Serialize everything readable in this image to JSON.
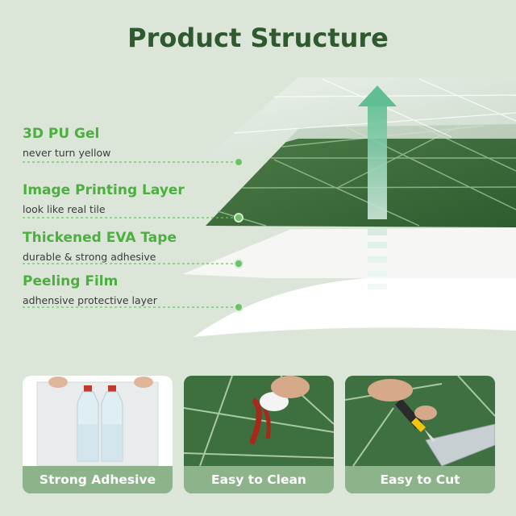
{
  "title": "Product Structure",
  "layers": [
    {
      "name": "3D PU Gel",
      "description": "never turn yellow"
    },
    {
      "name": "Image Printing Layer",
      "description": "look like real tile"
    },
    {
      "name": "Thickened EVA Tape",
      "description": "durable & strong adhesive"
    },
    {
      "name": "Peeling Film",
      "description": "adhensive protective layer"
    }
  ],
  "features": [
    {
      "caption": "Strong Adhesive"
    },
    {
      "caption": "Easy to Clean"
    },
    {
      "caption": "Easy to Cut"
    }
  ],
  "colors": {
    "background": "#dbe6d9",
    "title": "#2f5a2f",
    "layer_name": "#4caf3f",
    "tile_green": "#3f6e3c",
    "arrow": "#6cc59a",
    "caption_bar": "#8db38a"
  }
}
